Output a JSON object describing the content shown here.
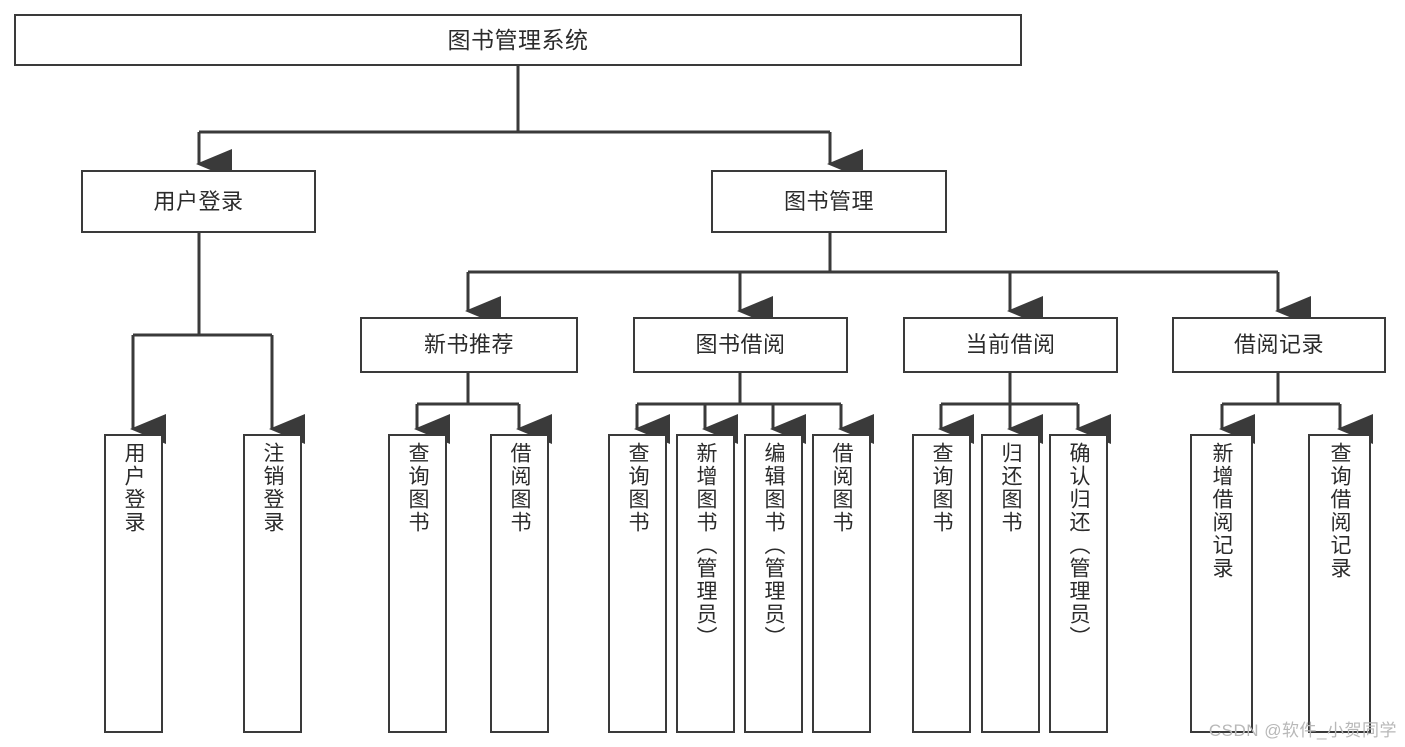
{
  "diagram": {
    "title": "图书管理系统",
    "type": "tree",
    "colors": {
      "background": "#ffffff",
      "box_border": "#3a3a3a",
      "box_fill": "#ffffff",
      "text": "#2b2b2b",
      "connector": "#3a3a3a",
      "watermark": "#b8b8b8"
    }
  },
  "watermark": {
    "text": "CSDN @软件_小贺同学"
  },
  "nodes": {
    "root": {
      "label": "图书管理系统"
    },
    "level1": [
      {
        "id": "user-login",
        "label": "用户登录"
      },
      {
        "id": "book-management",
        "label": "图书管理"
      }
    ],
    "level2": [
      {
        "id": "new-book-recommend",
        "label": "新书推荐"
      },
      {
        "id": "book-borrow",
        "label": "图书借阅"
      },
      {
        "id": "current-borrow",
        "label": "当前借阅"
      },
      {
        "id": "borrow-record",
        "label": "借阅记录"
      }
    ],
    "leaves": {
      "user_login": [
        {
          "id": "leaf-user-login",
          "label": "用户登录"
        },
        {
          "id": "leaf-logout-login",
          "label": "注销登录"
        }
      ],
      "new_book_recommend": [
        {
          "id": "leaf-query-book-1",
          "label": "查询图书"
        },
        {
          "id": "leaf-borrow-book-1",
          "label": "借阅图书"
        }
      ],
      "book_borrow": [
        {
          "id": "leaf-query-book-2",
          "label": "查询图书"
        },
        {
          "id": "leaf-add-book",
          "label": "新增图书（管理员）"
        },
        {
          "id": "leaf-edit-book",
          "label": "编辑图书（管理员）"
        },
        {
          "id": "leaf-borrow-book-2",
          "label": "借阅图书"
        }
      ],
      "current_borrow": [
        {
          "id": "leaf-query-book-3",
          "label": "查询图书"
        },
        {
          "id": "leaf-return-book",
          "label": "归还图书"
        },
        {
          "id": "leaf-confirm-return",
          "label": "确认归还（管理员）"
        }
      ],
      "borrow_record": [
        {
          "id": "leaf-add-record",
          "label": "新增借阅记录"
        },
        {
          "id": "leaf-query-record",
          "label": "查询借阅记录"
        }
      ]
    }
  }
}
